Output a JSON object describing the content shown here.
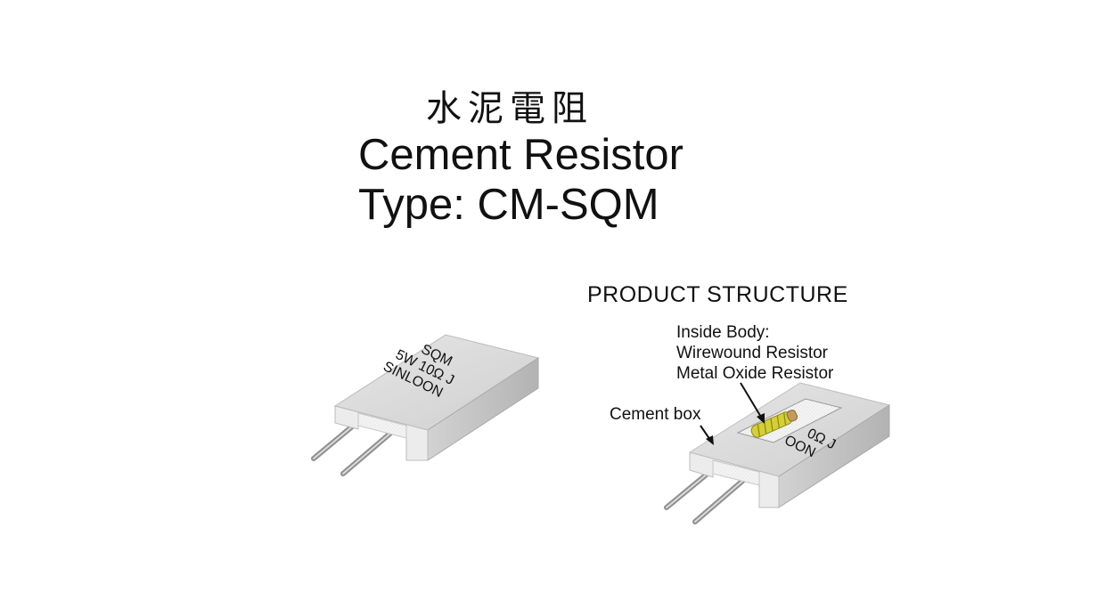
{
  "title": {
    "chinese": "水泥電阻",
    "english": "Cement Resistor",
    "type": "Type: CM-SQM"
  },
  "structure": {
    "heading": "PRODUCT STRUCTURE",
    "inside_body": [
      "Inside Body:",
      "Wirewound Resistor",
      "Metal Oxide Resistor"
    ],
    "cement_box": "Cement box"
  },
  "resistor_marking": [
    "SQM",
    "5W 10Ω J",
    "SINLOON"
  ],
  "cutaway_marking": [
    "0Ω J",
    "OON"
  ],
  "colors": {
    "body_top": "#dcdcdc",
    "body_side": "#c4c4c4",
    "lead": "#b5b5b5",
    "core": "#d6cf35"
  }
}
